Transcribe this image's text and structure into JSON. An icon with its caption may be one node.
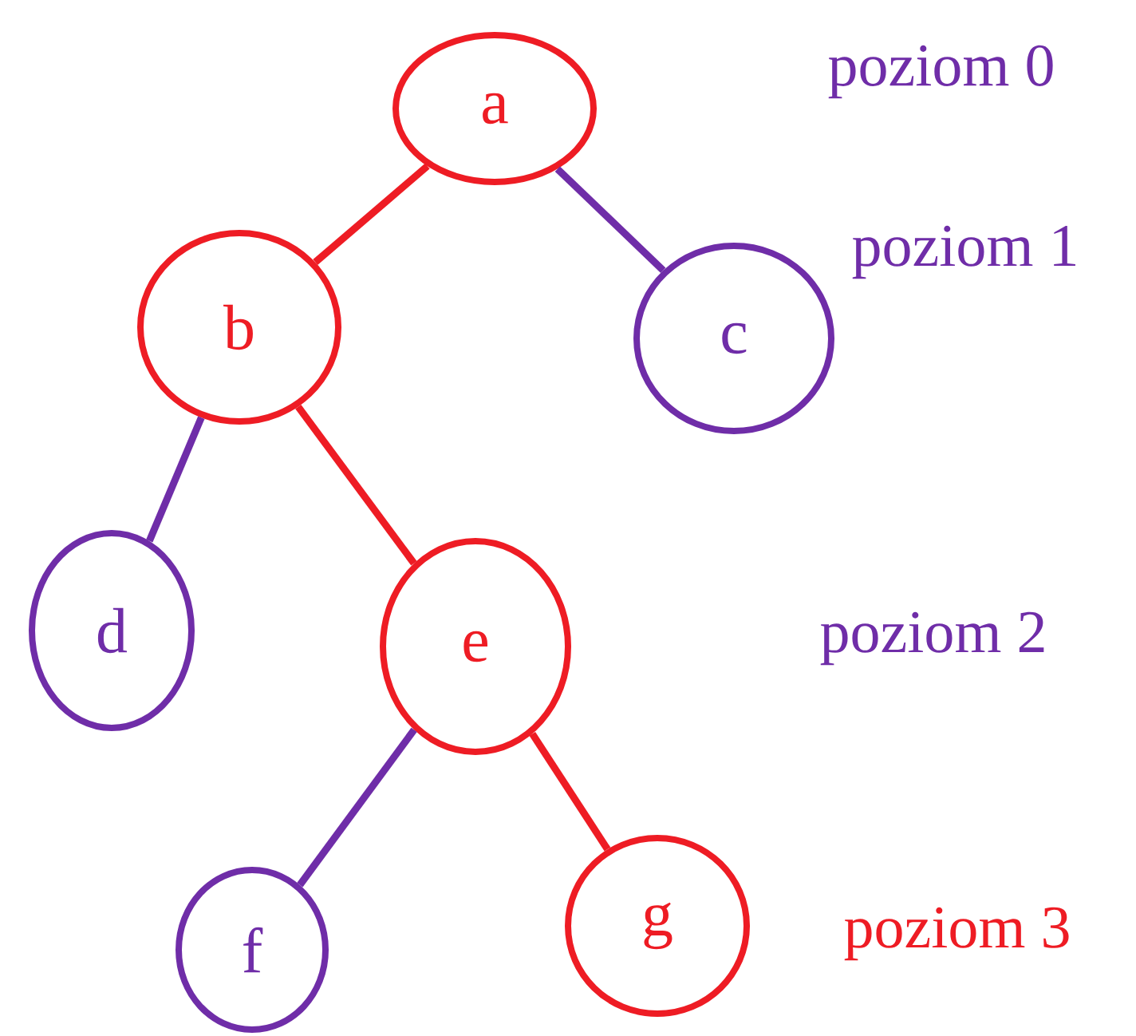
{
  "diagram": {
    "nodes": [
      {
        "text": [
          "a"
        ]
      },
      {
        "text": [
          "b"
        ]
      },
      {
        "text": [
          "c"
        ]
      },
      {
        "text": [
          "d"
        ]
      },
      {
        "text": [
          "e"
        ]
      },
      {
        "text": [
          "f"
        ]
      },
      {
        "text": [
          "g"
        ]
      }
    ],
    "edges": [
      {
        "from": 0,
        "to": 1,
        "arrow": "none",
        "color": "#ee1c24"
      },
      {
        "from": 0,
        "to": 2,
        "arrow": "none",
        "color": "#6f2da8"
      },
      {
        "from": 1,
        "to": 3,
        "arrow": "none",
        "color": "#6f2da8"
      },
      {
        "from": 1,
        "to": 4,
        "arrow": "none",
        "color": "#ee1c24"
      },
      {
        "from": 4,
        "to": 5,
        "arrow": "none",
        "color": "#6f2da8"
      },
      {
        "from": 4,
        "to": 6,
        "arrow": "none",
        "color": "#ee1c24"
      }
    ],
    "labels": [
      "poziom 0",
      "poziom 1",
      "poziom 2",
      "poziom 3"
    ]
  }
}
